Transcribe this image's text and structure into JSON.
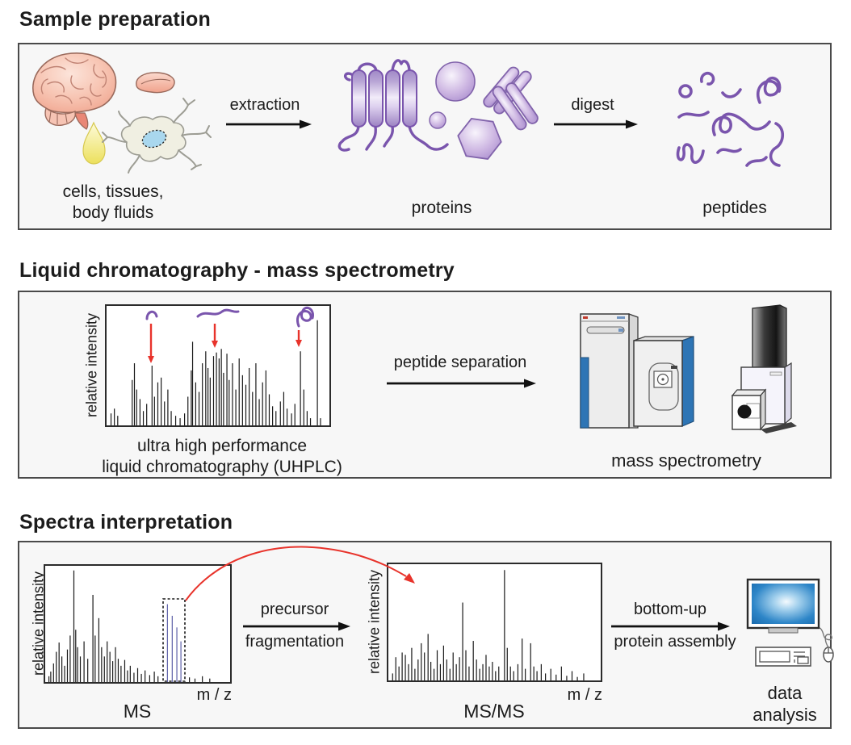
{
  "colors": {
    "text": "#1c1c1c",
    "box_border": "#4a4a4a",
    "panel_bg": "#f7f7f7",
    "peak": "#1a1a1a",
    "precursor_blue": "#5d60a8",
    "red_arrow": "#e8332b",
    "peptide_purple": "#7a55ad",
    "protein_fill": "#cdb6e2",
    "instrument_blue": "#2e75b5",
    "screen_blue": "#2483c6",
    "brain_pink": "#f3ab97",
    "droplet_yellow": "#eee45f",
    "nucleus_blue": "#a9d7ee"
  },
  "sections": {
    "sample": {
      "heading": "Sample preparation",
      "source_caption": [
        "cells, tissues,",
        "body fluids"
      ],
      "extraction_label": "extraction",
      "proteins_caption": "proteins",
      "digest_label": "digest",
      "peptides_caption": "peptides"
    },
    "lcms": {
      "heading": "Liquid chromatography - mass spectrometry",
      "uhplc_caption": [
        "ultra high performance",
        "liquid chromatography (UHPLC)"
      ],
      "separation_label": "peptide separation",
      "ms_caption": "mass spectrometry"
    },
    "spectra": {
      "heading": "Spectra interpretation",
      "frag_label": [
        "precursor",
        "fragmentation"
      ],
      "assembly_label": [
        "bottom-up",
        "protein assembly"
      ],
      "data_caption": [
        "data",
        "analysis"
      ]
    }
  },
  "chart_data": [
    {
      "id": "uhplc-chromatogram",
      "type": "stick",
      "title": "ultra high performance liquid chromatography (UHPLC)",
      "ylabel": "relative intensity",
      "xlabel": "",
      "annotations": [
        "three purple peptide glyphs with red arrows marking elution peaks"
      ],
      "peaks": [
        [
          2,
          10
        ],
        [
          3.5,
          14
        ],
        [
          5,
          8
        ],
        [
          11.5,
          38
        ],
        [
          12.5,
          52
        ],
        [
          13.5,
          30
        ],
        [
          15,
          22
        ],
        [
          16.5,
          12
        ],
        [
          18,
          18
        ],
        [
          20.4,
          50
        ],
        [
          21.5,
          24
        ],
        [
          23,
          36
        ],
        [
          24.5,
          40
        ],
        [
          26,
          20
        ],
        [
          27.5,
          30
        ],
        [
          29,
          12
        ],
        [
          31,
          8
        ],
        [
          33,
          6
        ],
        [
          35,
          10
        ],
        [
          36.5,
          24
        ],
        [
          38,
          46
        ],
        [
          38.6,
          70
        ],
        [
          40,
          36
        ],
        [
          41.5,
          28
        ],
        [
          43,
          52
        ],
        [
          44.5,
          62
        ],
        [
          45.5,
          48
        ],
        [
          46.5,
          40
        ],
        [
          48,
          58
        ],
        [
          49.3,
          61
        ],
        [
          50.5,
          56
        ],
        [
          51.5,
          64
        ],
        [
          52.5,
          44
        ],
        [
          54,
          60
        ],
        [
          55,
          38
        ],
        [
          56.5,
          52
        ],
        [
          58,
          30
        ],
        [
          59.5,
          56
        ],
        [
          61,
          42
        ],
        [
          62.5,
          34
        ],
        [
          64,
          48
        ],
        [
          65.5,
          28
        ],
        [
          67,
          52
        ],
        [
          68.5,
          22
        ],
        [
          70,
          36
        ],
        [
          71.5,
          46
        ],
        [
          73,
          26
        ],
        [
          74.5,
          16
        ],
        [
          76,
          12
        ],
        [
          78,
          20
        ],
        [
          79.5,
          28
        ],
        [
          81,
          14
        ],
        [
          83,
          10
        ],
        [
          84.5,
          18
        ],
        [
          87,
          62
        ],
        [
          88.5,
          30
        ],
        [
          90,
          12
        ],
        [
          91.5,
          6
        ],
        [
          94.6,
          88
        ],
        [
          96,
          6
        ]
      ]
    },
    {
      "id": "ms-spectrum",
      "type": "stick",
      "title": "MS",
      "ylabel": "relative intensity",
      "xlabel": "m / z",
      "annotations": [
        "dotted selection box around blue precursor isotope cluster"
      ],
      "peaks": [
        [
          2,
          5
        ],
        [
          3,
          9
        ],
        [
          4.5,
          16
        ],
        [
          6,
          26
        ],
        [
          7.5,
          34
        ],
        [
          9,
          22
        ],
        [
          10.5,
          14
        ],
        [
          12,
          28
        ],
        [
          13.5,
          40
        ],
        [
          15.5,
          96
        ],
        [
          16.5,
          45
        ],
        [
          17.5,
          30
        ],
        [
          19,
          22
        ],
        [
          21,
          35
        ],
        [
          23,
          20
        ],
        [
          25.8,
          75
        ],
        [
          27,
          40
        ],
        [
          29,
          55
        ],
        [
          30.5,
          30
        ],
        [
          32,
          22
        ],
        [
          33.5,
          35
        ],
        [
          35,
          26
        ],
        [
          36.5,
          18
        ],
        [
          38,
          30
        ],
        [
          39.5,
          20
        ],
        [
          41,
          14
        ],
        [
          43,
          19
        ],
        [
          44.5,
          10
        ],
        [
          46,
          14
        ],
        [
          48,
          8
        ],
        [
          50,
          12
        ],
        [
          52,
          7
        ],
        [
          54,
          10
        ],
        [
          56.5,
          6
        ],
        [
          59,
          9
        ],
        [
          61,
          5
        ],
        [
          78,
          4
        ],
        [
          81,
          3
        ],
        [
          85,
          5
        ],
        [
          89,
          3
        ]
      ],
      "precursor_peaks": [
        [
          66.1,
          67
        ],
        [
          68.7,
          57
        ],
        [
          71.2,
          47
        ],
        [
          73.4,
          35
        ]
      ]
    },
    {
      "id": "msms-spectrum",
      "type": "stick",
      "title": "MS/MS",
      "ylabel": "relative intensity",
      "xlabel": "m / z",
      "peaks": [
        [
          2,
          6
        ],
        [
          3.5,
          20
        ],
        [
          5,
          12
        ],
        [
          6.5,
          24
        ],
        [
          8,
          22
        ],
        [
          9.5,
          14
        ],
        [
          11,
          28
        ],
        [
          12.5,
          10
        ],
        [
          14,
          18
        ],
        [
          15.5,
          32
        ],
        [
          17,
          24
        ],
        [
          18.7,
          40
        ],
        [
          20,
          16
        ],
        [
          21.5,
          10
        ],
        [
          23,
          26
        ],
        [
          24.5,
          14
        ],
        [
          26,
          30
        ],
        [
          27.5,
          18
        ],
        [
          29,
          10
        ],
        [
          30.5,
          24
        ],
        [
          32,
          14
        ],
        [
          33.5,
          20
        ],
        [
          35,
          67
        ],
        [
          36.5,
          26
        ],
        [
          38,
          12
        ],
        [
          40,
          34
        ],
        [
          41.5,
          18
        ],
        [
          43,
          10
        ],
        [
          44.5,
          14
        ],
        [
          46,
          22
        ],
        [
          47.5,
          12
        ],
        [
          49,
          16
        ],
        [
          50.5,
          8
        ],
        [
          52,
          12
        ],
        [
          54.7,
          95
        ],
        [
          56,
          28
        ],
        [
          57.5,
          12
        ],
        [
          59,
          8
        ],
        [
          61,
          14
        ],
        [
          63,
          36
        ],
        [
          64.5,
          10
        ],
        [
          67,
          32
        ],
        [
          68.5,
          12
        ],
        [
          70,
          8
        ],
        [
          72,
          14
        ],
        [
          74,
          6
        ],
        [
          76.5,
          10
        ],
        [
          79,
          5
        ],
        [
          81.5,
          12
        ],
        [
          84,
          4
        ],
        [
          86.5,
          8
        ],
        [
          89,
          3
        ],
        [
          92,
          6
        ]
      ]
    }
  ],
  "illustrations": [
    "brain-icon",
    "tissue-icon",
    "droplet-icon",
    "cell-icon",
    "membrane-protein-icon",
    "globular-protein-icon",
    "hexagon-protein-icon",
    "fibrous-protein-icon",
    "peptides-icon",
    "mass-spectrometer-icon",
    "benchtop-spectrometer-icon",
    "computer-icon",
    "mouse-icon"
  ]
}
